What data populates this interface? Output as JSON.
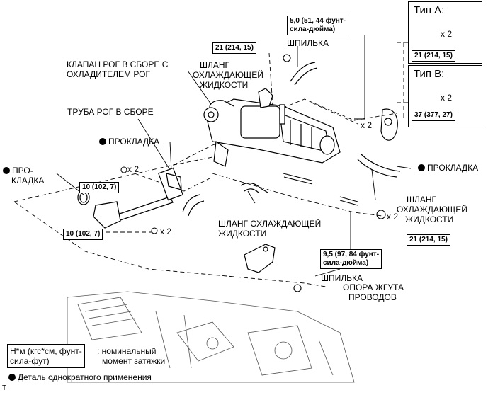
{
  "labels": {
    "egr_valve_line1": "КЛАПАН РОГ В СБОРЕ С",
    "egr_valve_line2": "ОХЛАДИТЕЛЕМ РОГ",
    "egr_pipe": "ТРУБА РОГ В СБОРЕ",
    "gasket_top": "ПРОКЛАДКА",
    "gasket_left_line1": "ПРО-",
    "gasket_left_line2": "КЛАДКА",
    "gasket_right": "ПРОКЛАДКА",
    "hose_top_line1": "ШЛАНГ",
    "hose_top_line2": "ОХЛАЖДАЮЩЕЙ",
    "hose_top_line3": "ЖИДКОСТИ",
    "hose_right_line1": "ШЛАНГ",
    "hose_right_line2": "ОХЛАЖДАЮЩЕЙ",
    "hose_right_line3": "ЖИДКОСТИ",
    "hose_bottom_line1": "ШЛАНГ ОХЛАЖДАЮЩЕЙ",
    "hose_bottom_line2": "ЖИДКОСТИ",
    "stud_top": "ШПИЛЬКА",
    "stud_bottom": "ШПИЛЬКА",
    "harness_line1": "ОПОРА ЖГУТА",
    "harness_line2": "ПРОВОДОВ",
    "type_a": "Тип A:",
    "type_b": "Тип B:",
    "x2": "x 2",
    "corner_mark": "T"
  },
  "torque": {
    "stud_top_line1": "5,0 (51, 44 фунт-",
    "stud_top_line2": "сила-дюйма)",
    "nut_top": "21 (214, 15)",
    "type_a_nut": "21 (214, 15)",
    "type_b_nut": "37 (377, 27)",
    "bolt_upper_left": "10 (102, 7)",
    "bolt_lower_left": "10 (102, 7)",
    "nut_right": "21 (214, 15)",
    "stud_bottom_line1": "9,5 (97, 84 фунт-",
    "stud_bottom_line2": "сила-дюйма)"
  },
  "legend": {
    "unit_line1": "Н*м (кгс*см, фунт-",
    "unit_line2": "сила-фут)",
    "unit_desc_line1": ": номинальный",
    "unit_desc_line2": "момент затяжки",
    "one_time": "Деталь однократного применения"
  }
}
